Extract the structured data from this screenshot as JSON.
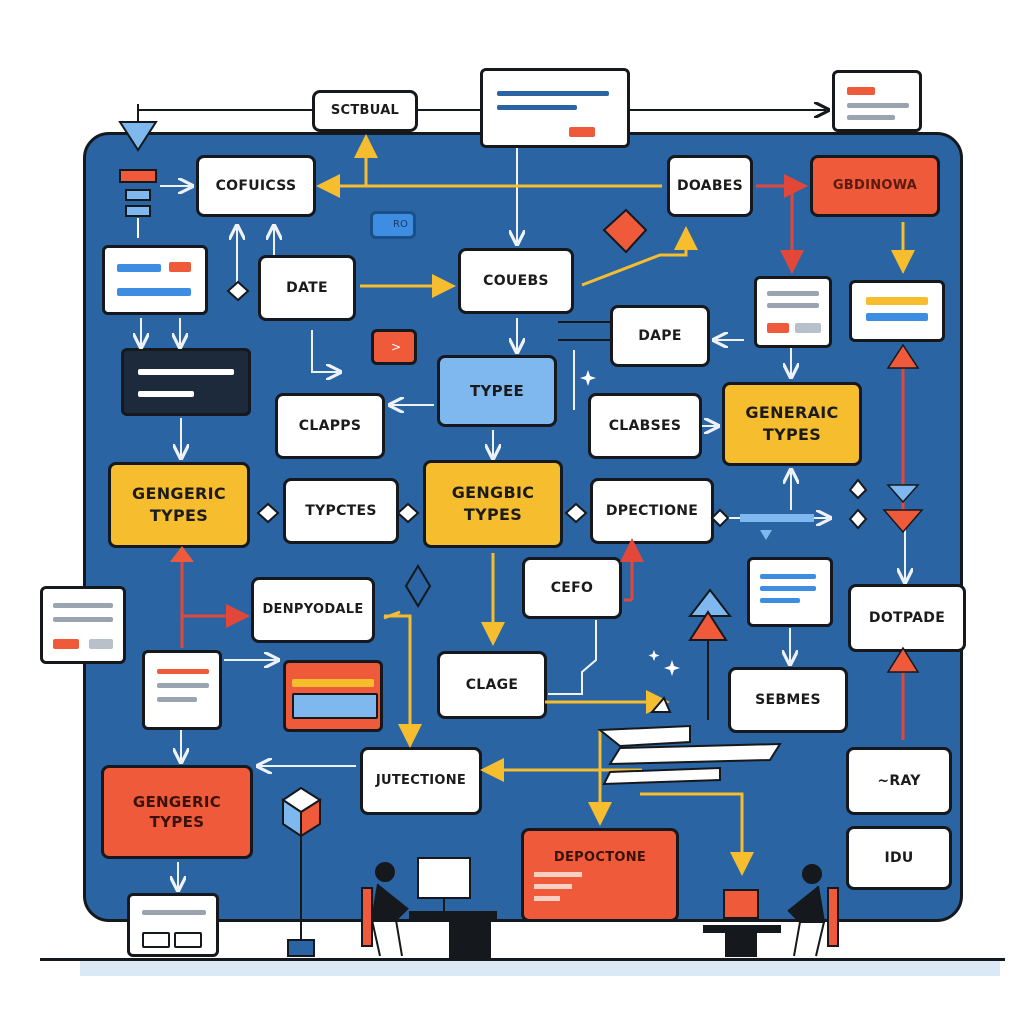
{
  "nodes": {
    "sctbual": "SCTBUAL",
    "cofuicss": "COFUICSS",
    "doabes": "DOABES",
    "gbdinowa": "GBDINOWA",
    "date": "DATE",
    "couebs": "COUEBS",
    "dape": "DAPE",
    "types_blue": "TYPEE",
    "clapps": "CLAPPS",
    "clabses": "CLABSES",
    "generic_types_top_right": "GENERAIC\nTYPES",
    "generic_types_left": "GENGERIC\nTYPES",
    "typctes": "TYPCTES",
    "generic_types_center": "GENGBIC\nTYPES",
    "dpectione": "DPECTIONE",
    "dotpade": "DOTPADE",
    "cefo": "CEFO",
    "denpyodale": "DENPYODALE",
    "clage": "CLAGE",
    "sebmes": "SEBMES",
    "jutectione": "JUTECTIONE",
    "ray": "~RAY",
    "idu": "IDU",
    "generic_types_bottom_left": "GENGERIC\nTYPES",
    "depoctone": "DEPOCTONE"
  },
  "small_button_label": "RO",
  "play_button_label": ">",
  "colors": {
    "board": "#2a64a3",
    "accent_yellow": "#f6bd2e",
    "accent_orange": "#ef5a3a",
    "accent_blue": "#7fb8ef",
    "outline": "#15181c"
  }
}
